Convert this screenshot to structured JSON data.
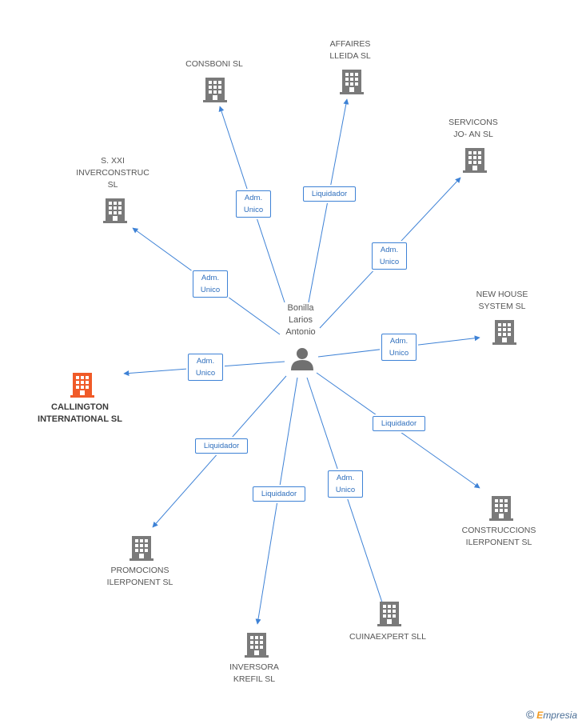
{
  "colors": {
    "edge": "#3e82d6",
    "building": "#7a7a7a",
    "building_highlight": "#f05a28",
    "person": "#707070"
  },
  "center": {
    "name": "Bonilla\nLarios\nAntonio",
    "icon": "person-icon"
  },
  "companies": [
    {
      "id": "consboni",
      "name": "CONSBONI SL",
      "highlight": false
    },
    {
      "id": "affaires",
      "name": "AFFAIRES\nLLEIDA SL",
      "highlight": false
    },
    {
      "id": "servicons",
      "name": "SERVICONS\nJO- AN SL",
      "highlight": false
    },
    {
      "id": "sxxi",
      "name": "S. XXI\nINVERCONSTRUC\nSL",
      "highlight": false
    },
    {
      "id": "newhouse",
      "name": "NEW HOUSE\nSYSTEM SL",
      "highlight": false
    },
    {
      "id": "callington",
      "name": "CALLINGTON\nINTERNATIONAL SL",
      "highlight": true
    },
    {
      "id": "construccions",
      "name": "CONSTRUCCIONS\nILERPONENT SL",
      "highlight": false
    },
    {
      "id": "promocions",
      "name": "PROMOCIONS\nILERPONENT SL",
      "highlight": false
    },
    {
      "id": "inversora",
      "name": "INVERSORA\nKREFIL SL",
      "highlight": false
    },
    {
      "id": "cuinaexpert",
      "name": "CUINAEXPERT SLL",
      "highlight": false
    }
  ],
  "relations": [
    {
      "target": "consboni",
      "role": "Adm.\nUnico"
    },
    {
      "target": "affaires",
      "role": "Liquidador"
    },
    {
      "target": "servicons",
      "role": "Adm.\nUnico"
    },
    {
      "target": "sxxi",
      "role": "Adm.\nUnico"
    },
    {
      "target": "newhouse",
      "role": "Adm.\nUnico"
    },
    {
      "target": "callington",
      "role": "Adm.\nUnico"
    },
    {
      "target": "construccions",
      "role": "Liquidador"
    },
    {
      "target": "promocions",
      "role": "Liquidador"
    },
    {
      "target": "inversora",
      "role": "Liquidador"
    },
    {
      "target": "cuinaexpert",
      "role": "Adm.\nUnico"
    }
  ],
  "footer": {
    "copyright_symbol": "©",
    "brand_initial": "E",
    "brand_rest": "mpresia"
  }
}
